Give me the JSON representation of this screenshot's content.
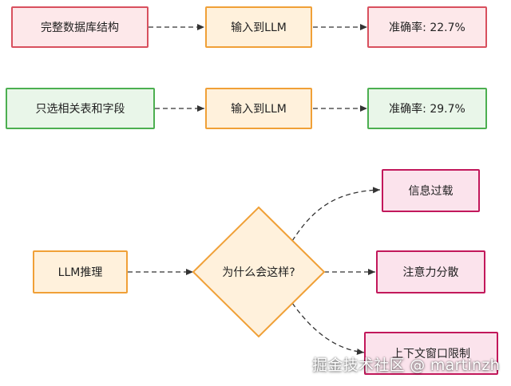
{
  "row1": {
    "source": "完整数据库结构",
    "middle": "输入到LLM",
    "result": "准确率: 22.7%"
  },
  "row2": {
    "source": "只选相关表和字段",
    "middle": "输入到LLM",
    "result": "准确率: 29.7%"
  },
  "flow": {
    "start": "LLM推理",
    "question": "为什么会这样?",
    "reasons": [
      "信息过载",
      "注意力分散",
      "上下文窗口限制"
    ]
  },
  "watermark": "掘金技术社区 @ martinzh",
  "colors": {
    "red_fill": "#fde8ea",
    "red_border": "#d8505e",
    "orange_fill": "#fff1dc",
    "orange_border": "#f0a037",
    "green_fill": "#e9f6e9",
    "green_border": "#4caf50",
    "pink_fill": "#fbe3ec",
    "pink_border": "#c2185b"
  }
}
